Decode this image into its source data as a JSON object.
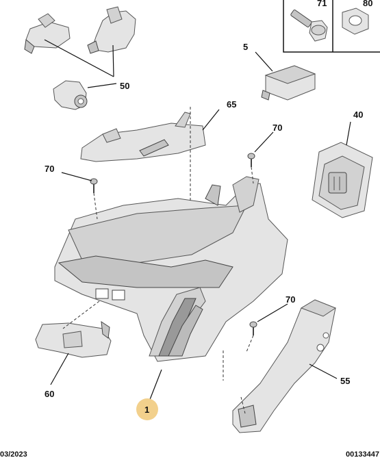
{
  "diagram": {
    "callouts": {
      "c1": "1",
      "c5": "5",
      "c40": "40",
      "c50": "50",
      "c55": "55",
      "c60": "60",
      "c65": "65",
      "c70a": "70",
      "c70b": "70",
      "c70c": "70",
      "c71": "71",
      "c80": "80"
    },
    "highlight_color": "#f2d08c",
    "footer": {
      "date": "03/2023",
      "reference": "00133447"
    }
  }
}
